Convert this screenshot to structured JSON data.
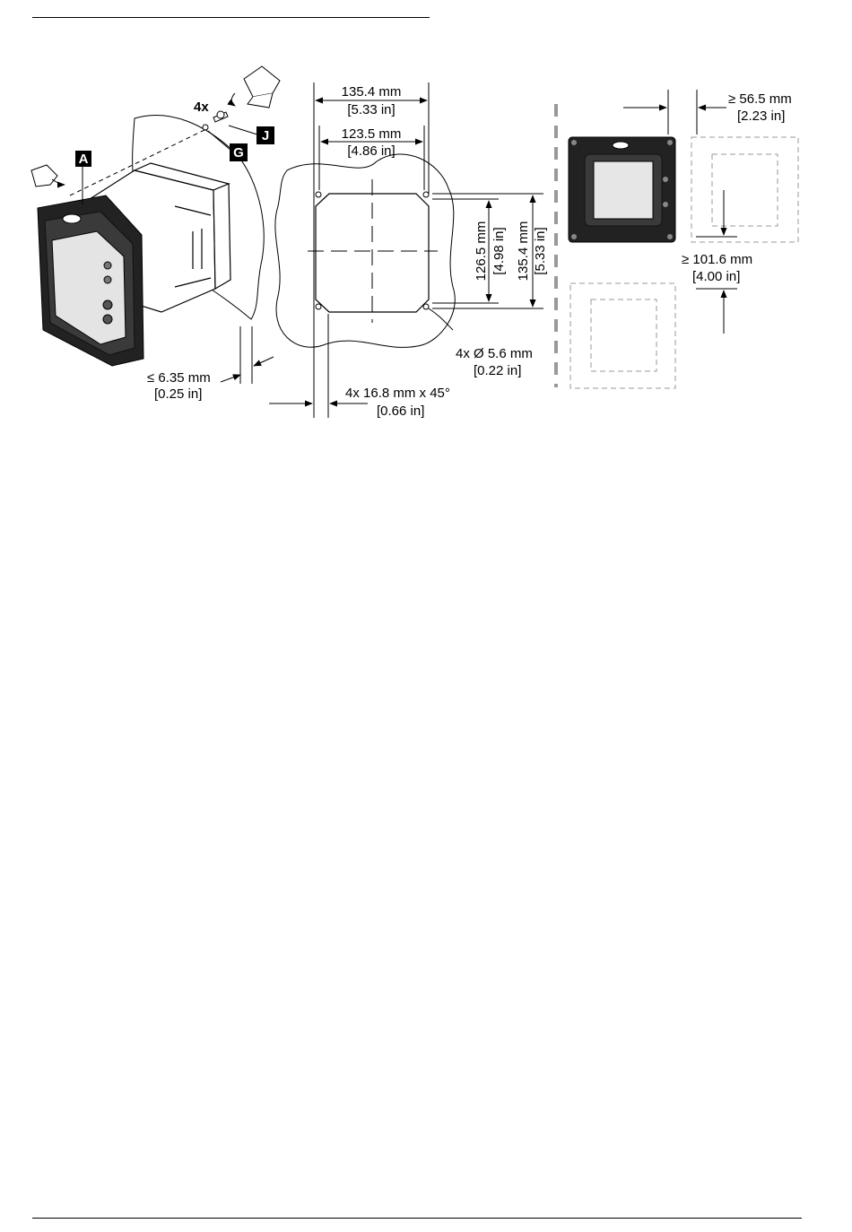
{
  "figure": {
    "labels": {
      "a": "A",
      "g": "G",
      "j": "J",
      "qty": "4x"
    },
    "dimensions": {
      "outer_width_mm": "135.4 mm",
      "outer_width_in": "[5.33 in]",
      "inner_width_mm": "123.5 mm",
      "inner_width_in": "[4.86 in]",
      "inner_height_mm": "126.5 mm",
      "inner_height_in": "[4.98 in]",
      "outer_height_mm": "135.4 mm",
      "outer_height_in": "[5.33 in]",
      "hole_mm": "4x Ø 5.6 mm",
      "hole_in": "[0.22 in]",
      "chamfer_mm": "4x 16.8 mm x 45°",
      "chamfer_in": "[0.66 in]",
      "thickness_mm": "≤ 6.35 mm",
      "thickness_in": "[0.25 in]",
      "spacing_h_mm": "≥ 56.5 mm",
      "spacing_h_in": "[2.23 in]",
      "spacing_v_mm": "≥ 101.6 mm",
      "spacing_v_in": "[4.00 in]"
    }
  }
}
